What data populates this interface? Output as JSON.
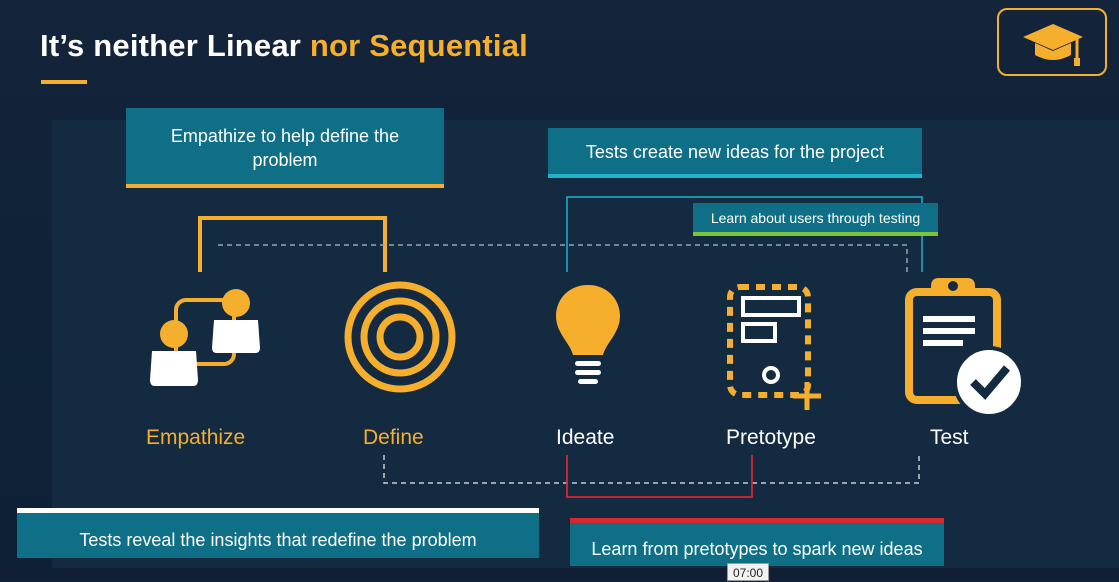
{
  "header": {
    "title_prefix": "It’s neither Linear ",
    "title_accent": "nor Sequential"
  },
  "badge": {
    "icon": "graduation-cap-icon"
  },
  "callouts": {
    "empathize": "Empathize to help define the problem",
    "tests_ideas": "Tests create new ideas for the project",
    "learn_users": "Learn about users through testing",
    "reveal": "Tests reveal the insights that redefine the problem",
    "pretotypes": "Learn from pretotypes to spark new ideas"
  },
  "stages": [
    {
      "label": "Empathize",
      "icon": "people-connected-icon",
      "color": "#f6ae2d"
    },
    {
      "label": "Define",
      "icon": "target-icon",
      "color": "#f6ae2d"
    },
    {
      "label": "Ideate",
      "icon": "lightbulb-icon",
      "color": "#ffffff"
    },
    {
      "label": "Pretotype",
      "icon": "wireframe-icon",
      "color": "#ffffff"
    },
    {
      "label": "Test",
      "icon": "clipboard-check-icon",
      "color": "#ffffff"
    }
  ],
  "player": {
    "time": "07:00"
  },
  "colors": {
    "accent": "#f6ae2d",
    "callout_bg": "#0f6f86",
    "cyan": "#1bb5cc",
    "green": "#7cc43b",
    "red": "#d7272f"
  }
}
